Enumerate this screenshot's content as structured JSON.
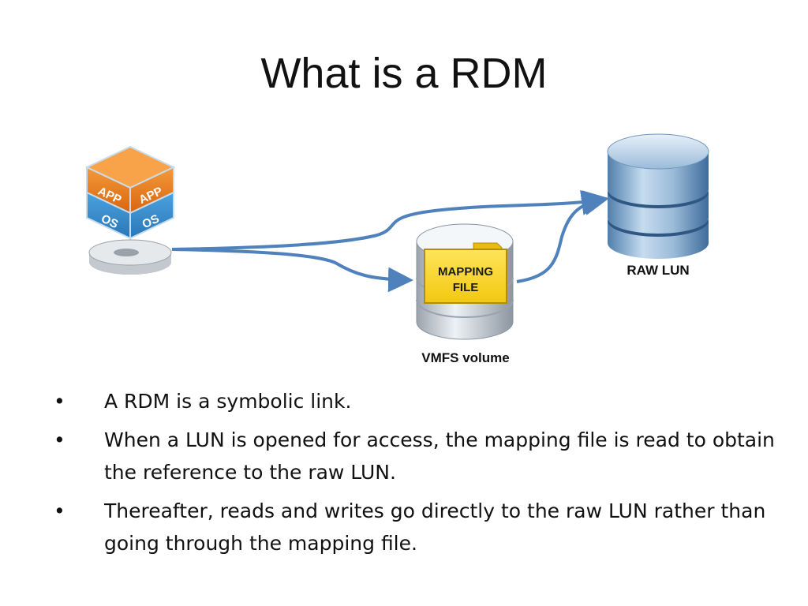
{
  "slide": {
    "title": "What is a RDM"
  },
  "diagram": {
    "vm": {
      "app_left": "APP",
      "app_right": "APP",
      "os_left": "OS",
      "os_right": "OS",
      "icon": "virtual-machine-icon"
    },
    "mapping_file": {
      "line1": "MAPPING",
      "line2": "FILE",
      "icon": "folder-icon"
    },
    "vmfs_label": "VMFS volume",
    "raw_lun_label": "RAW LUN",
    "colors": {
      "arrow": "#4f81bd",
      "app_orange": "#e8771c",
      "os_blue": "#2f86c8",
      "folder_yellow": "#f6d21e",
      "disk_blue": "#8fb4d8"
    }
  },
  "bullets": [
    {
      "marker": "•",
      "text": "A RDM is a symbolic link."
    },
    {
      "marker": "•",
      "text": "When a LUN is opened for access, the mapping file is read to obtain the reference to the raw LUN."
    },
    {
      "marker": "•",
      "text": "Thereafter, reads and writes go directly to the raw LUN rather than going through the mapping file."
    }
  ]
}
